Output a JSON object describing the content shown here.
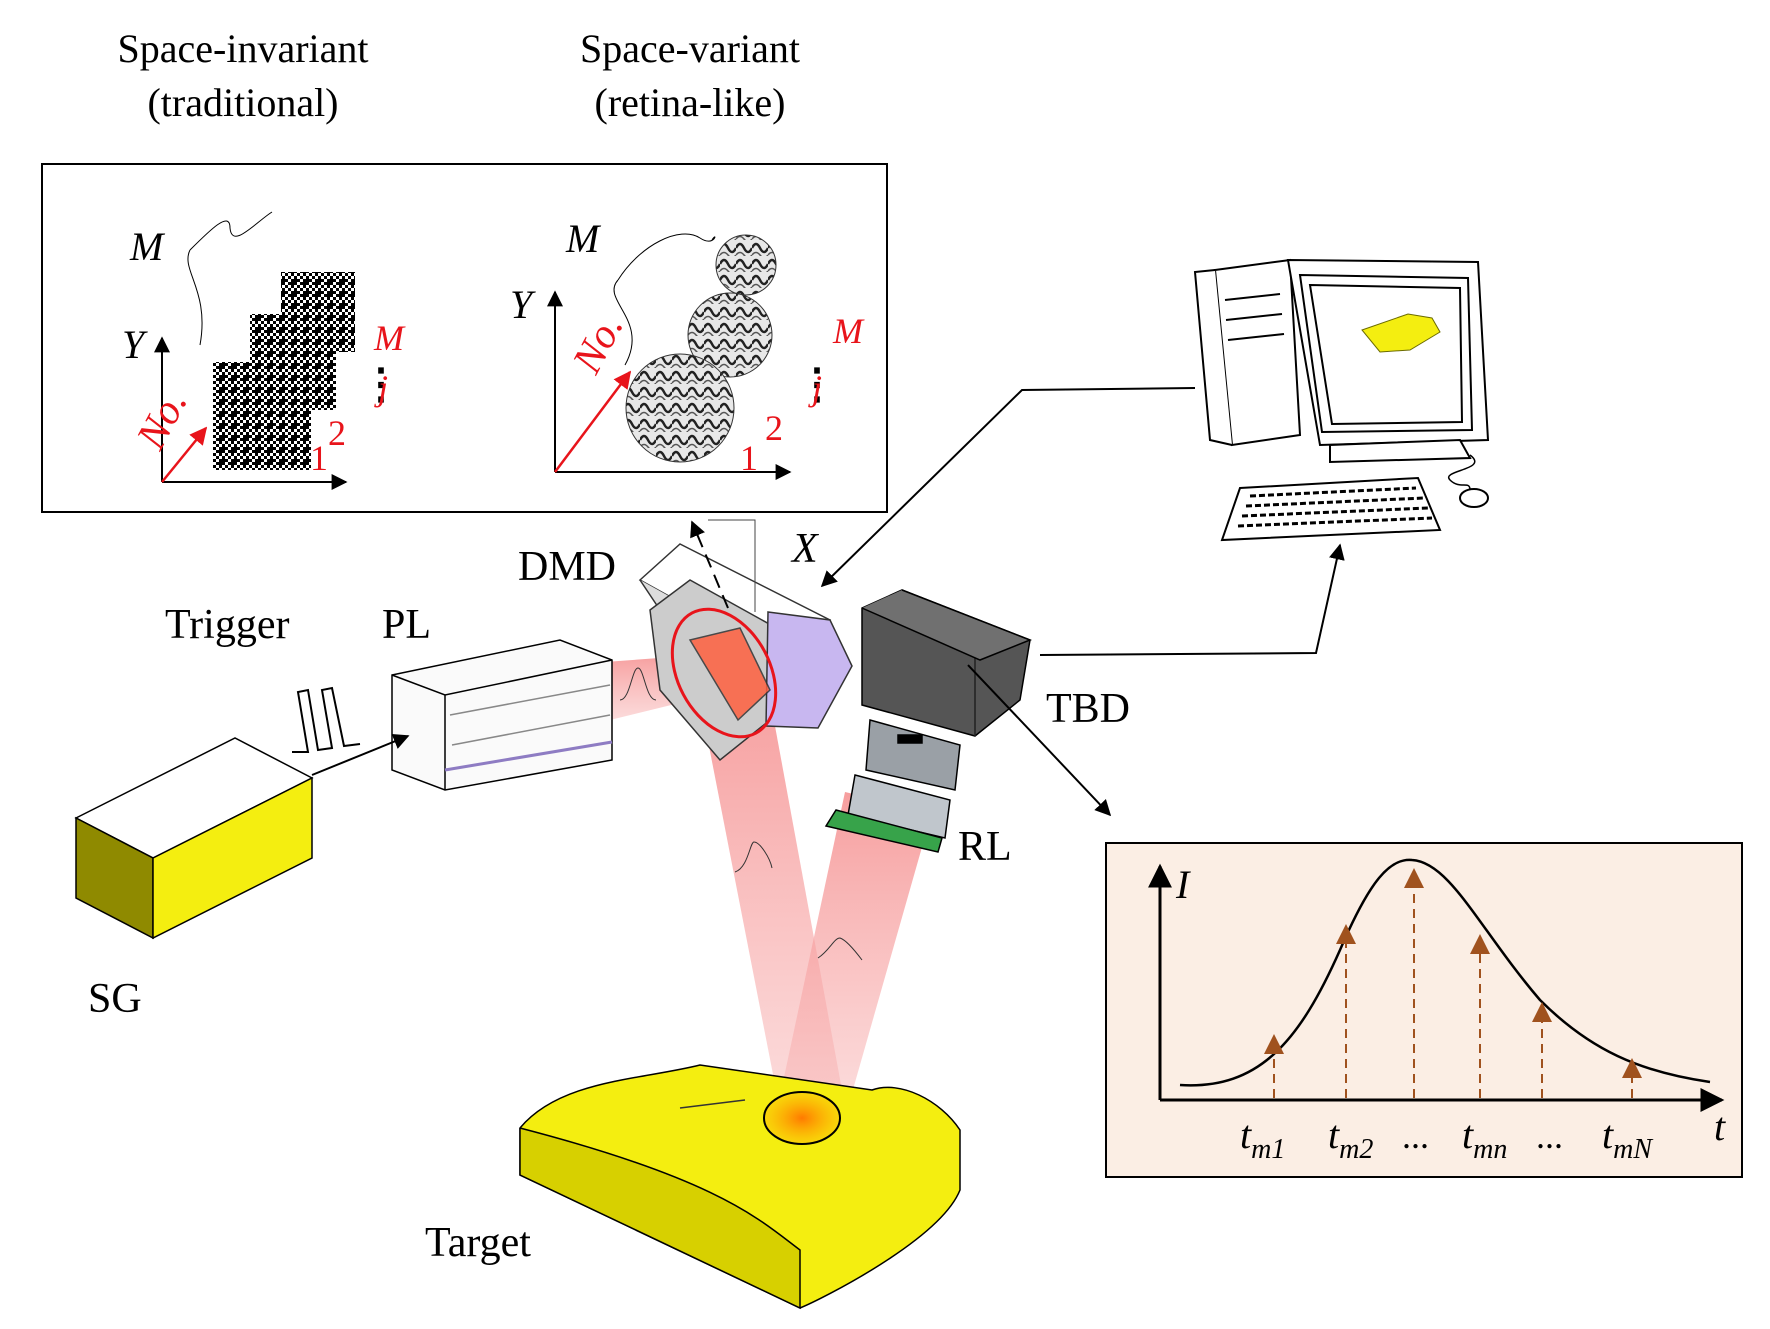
{
  "headers": {
    "left": [
      "Space-invariant",
      "(traditional)"
    ],
    "right": [
      "Space-variant",
      "(retina-like)"
    ]
  },
  "patterns_left": {
    "m": "M",
    "y": "Y",
    "no": "No.",
    "one": "1",
    "two": "2",
    "dots": "⋮",
    "j": "j",
    "m_red": "M"
  },
  "patterns_right": {
    "m": "M",
    "y": "Y",
    "no": "No.",
    "one": "1",
    "two": "2",
    "dots": "⋮",
    "j": "j",
    "m_red": "M"
  },
  "components": {
    "dmd": "DMD",
    "x": "X",
    "trigger": "Trigger",
    "pl": "PL",
    "tbd": "TBD",
    "rl": "RL",
    "sg": "SG",
    "target": "Target"
  },
  "waveform": {
    "y_label": "I",
    "x_label": "t",
    "ticks": [
      {
        "base": "t",
        "sub": "m1"
      },
      {
        "base": "t",
        "sub": "m2"
      },
      {
        "text": "..."
      },
      {
        "base": "t",
        "sub": "mn"
      },
      {
        "text": "..."
      },
      {
        "base": "t",
        "sub": "mN"
      }
    ]
  },
  "colors": {
    "red": "#e8141b",
    "yellow": "#f4ee10",
    "beam": "#f08080",
    "arrow_brown": "#a0521e",
    "panel_bg": "#fbeee4"
  }
}
